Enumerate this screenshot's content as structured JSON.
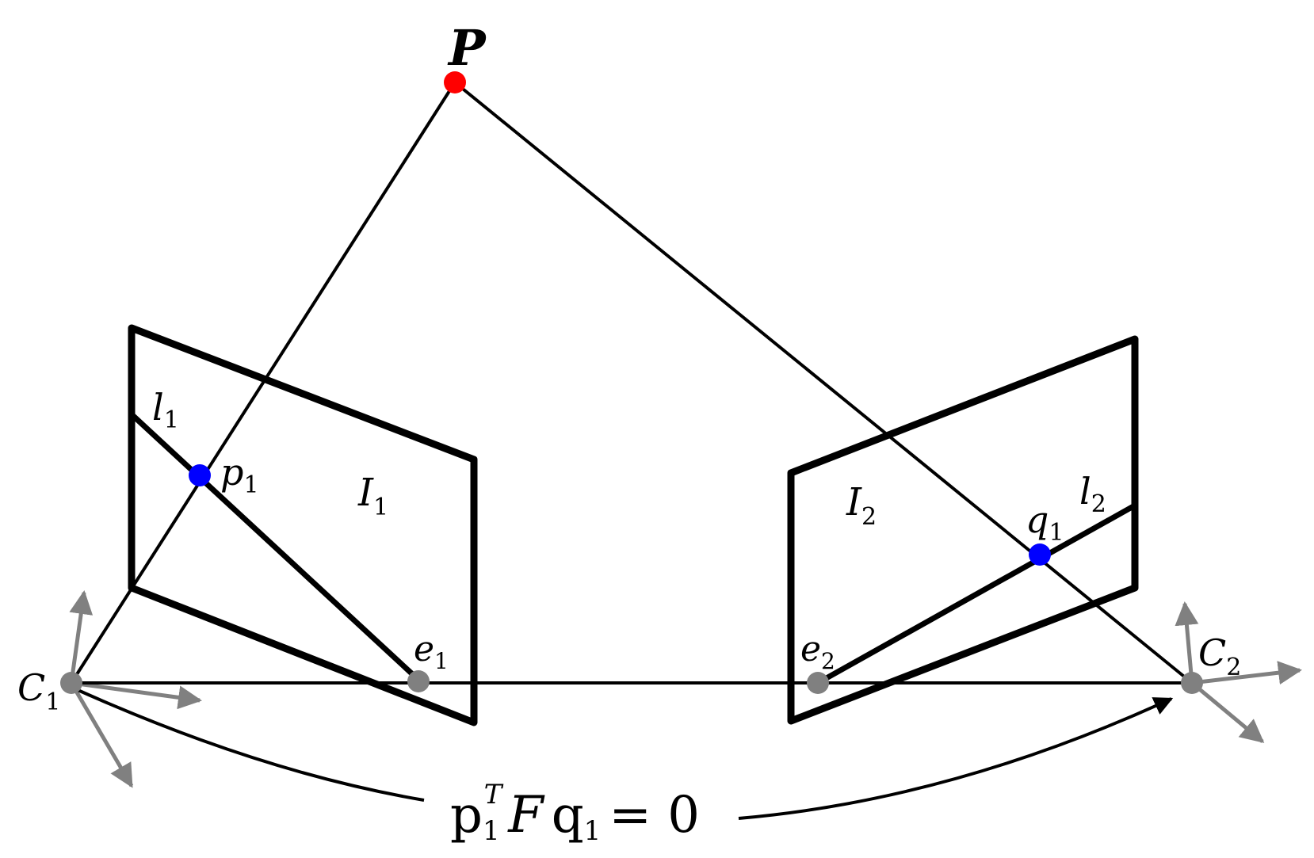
{
  "labels": {
    "P": "P",
    "p": "p",
    "p_sub": "1",
    "q": "q",
    "q_sub": "1",
    "l1": "l",
    "l1_sub": "1",
    "l2": "l",
    "l2_sub": "2",
    "I1": "I",
    "I1_sub": "1",
    "I2": "I",
    "I2_sub": "2",
    "e1": "e",
    "e1_sub": "1",
    "e2": "e",
    "e2_sub": "2",
    "C1": "C",
    "C1_sub": "1",
    "C2": "C",
    "C2_sub": "2"
  },
  "equation": {
    "p": "p",
    "p_sub": "1",
    "p_sup": "T",
    "F": "F",
    "q": "q",
    "q_sub": "1",
    "rhs": "= 0"
  },
  "colors": {
    "world_point": "#ff0000",
    "image_point": "#0000ff",
    "center_point": "#808080",
    "axes": "#808080",
    "lines": "#000000"
  }
}
